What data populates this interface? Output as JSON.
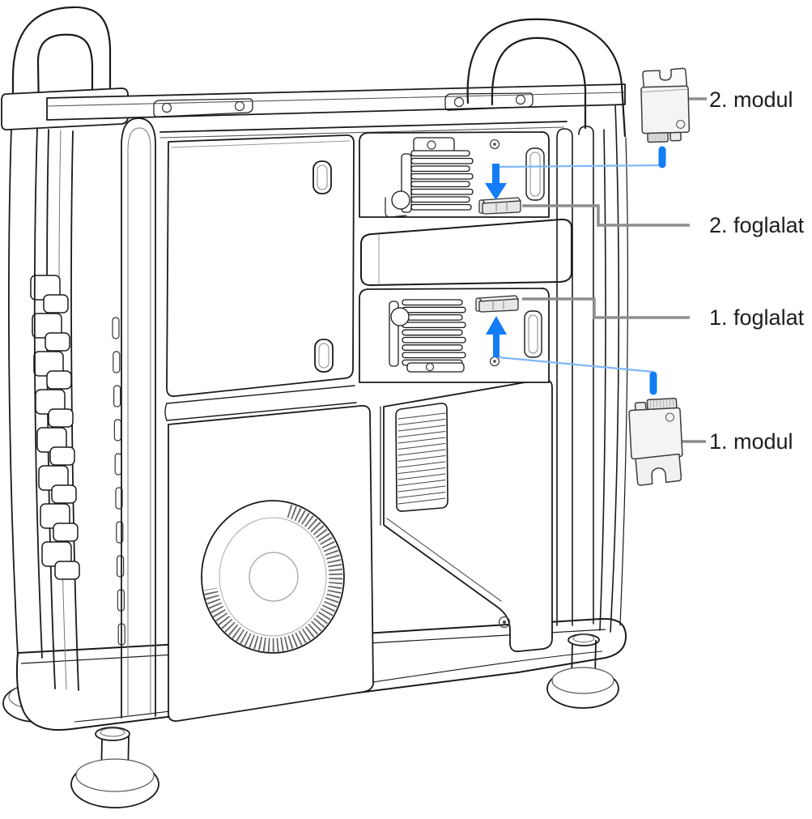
{
  "illustration": {
    "name": "Mac Pro tower, side panel removed, SSD module installation",
    "view": "side view line drawing",
    "parts": [
      "top handles",
      "top rail",
      "PCIe bracket stack",
      "upper heatsink",
      "lower heatsink",
      "SSD slot 2",
      "SSD slot 1",
      "RAM cover bar",
      "vent grille",
      "blower fan",
      "base plate",
      "feet",
      "SSD module 2",
      "SSD module 1"
    ]
  },
  "annotations": {
    "module2_label": "2. modul",
    "slot2_label": "2. foglalat",
    "slot1_label": "1. foglalat",
    "module1_label": "1. modul"
  },
  "colors": {
    "accent_blue": "#127DF6",
    "connector_blue": "#7FB7F8",
    "leader_gray": "#8D8D8D",
    "ink": "#1A1A1A",
    "text": "#1D1D1F",
    "background": "#FFFFFF"
  }
}
